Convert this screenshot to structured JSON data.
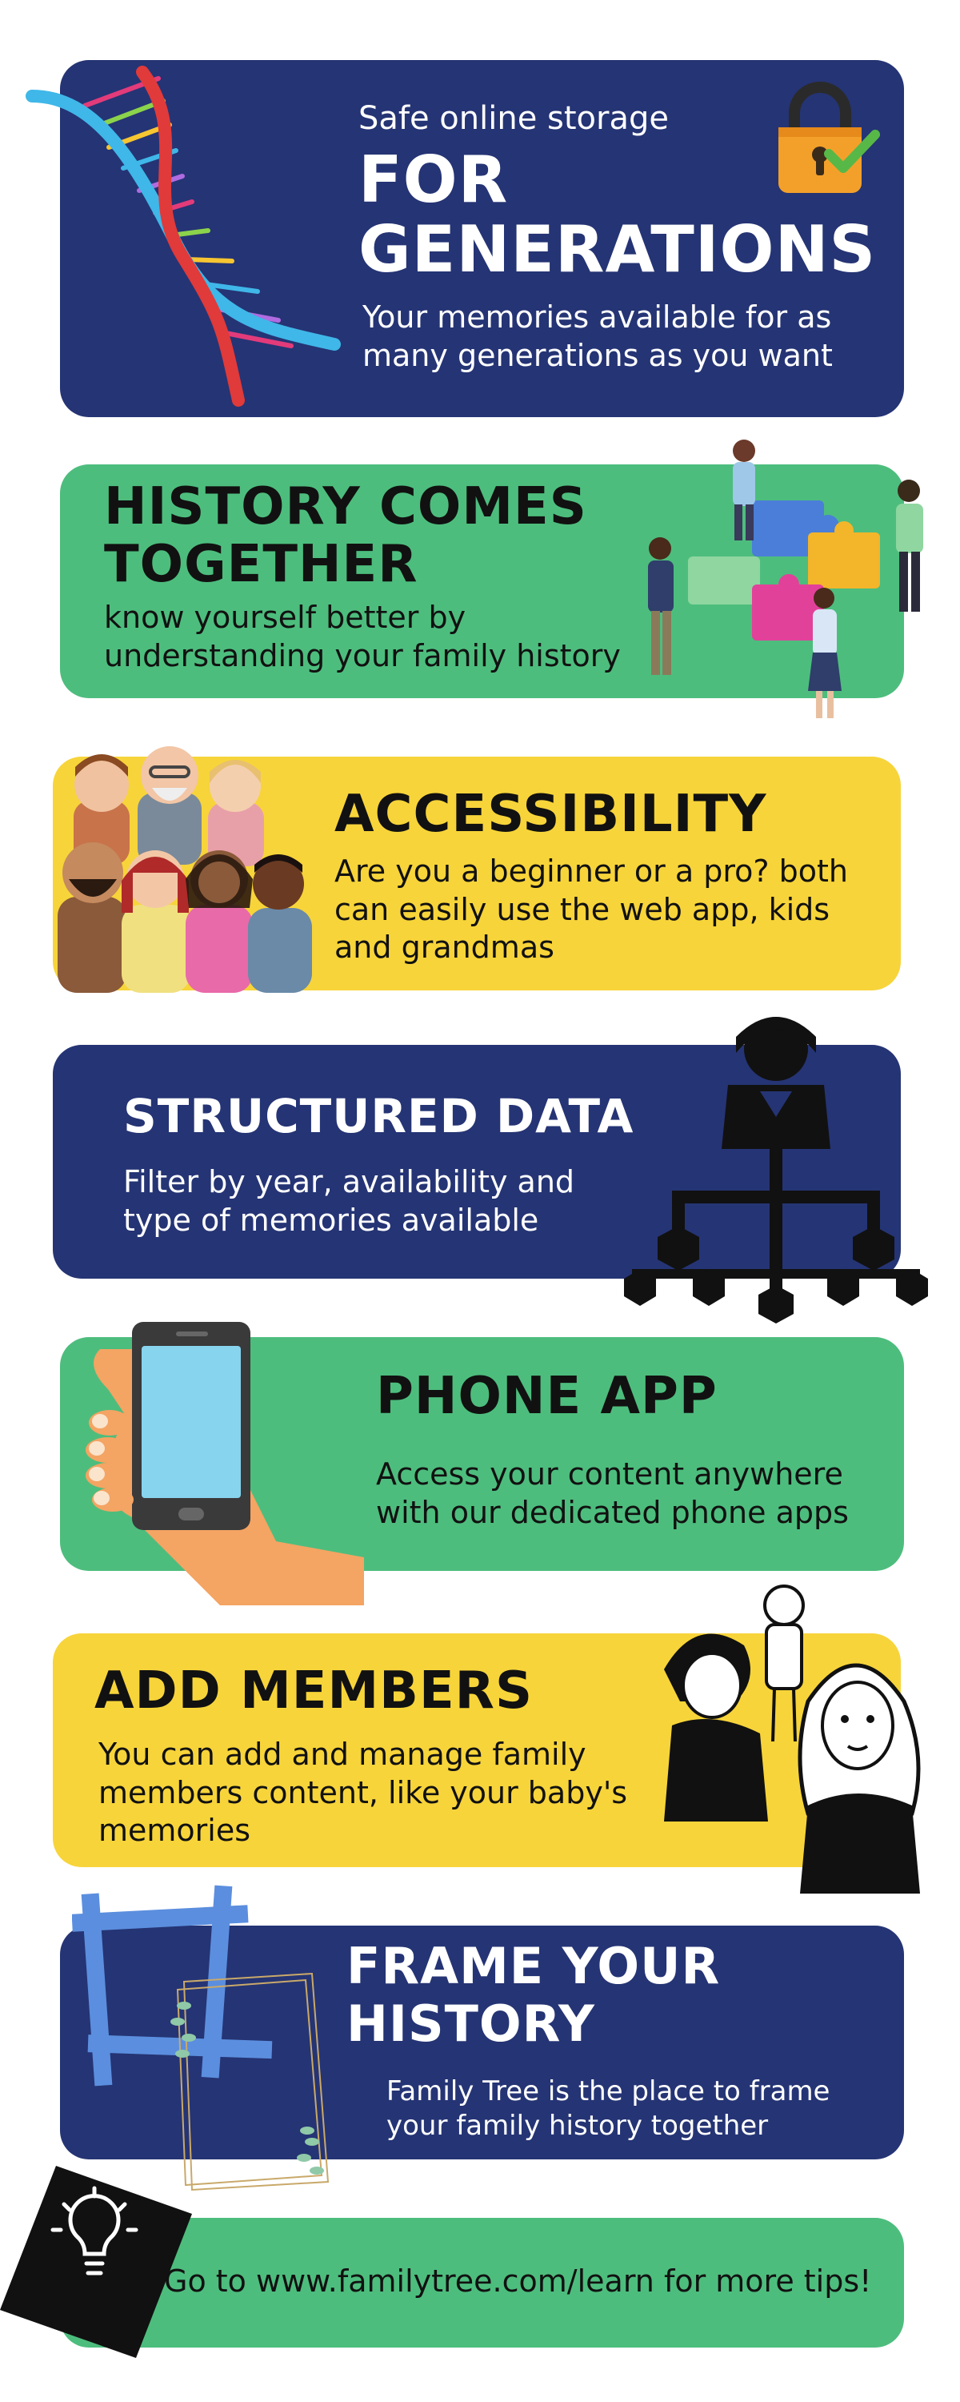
{
  "hero": {
    "kicker": "Safe online storage",
    "title_line1": "FOR",
    "title_line2": "GENERATIONS",
    "subtitle": "Your memories available for as many generations as you want",
    "icons": [
      "dna-icon",
      "padlock-icon",
      "check-icon"
    ]
  },
  "history": {
    "title": "HISTORY COMES TOGETHER",
    "text": "know yourself better by understanding your family history",
    "illustration": "people-assembling-puzzle"
  },
  "accessibility": {
    "title": "ACCESSIBILITY",
    "text": "Are you a beginner or a pro? both can easily use the web app, kids and grandmas",
    "illustration": "diverse-group-of-people"
  },
  "structured": {
    "title": "STRUCTURED DATA",
    "text": "Filter by year, availability and type of memories available",
    "illustration": "org-chart-icon"
  },
  "phone": {
    "title": "PHONE APP",
    "text": "Access your content anywhere with our dedicated phone apps",
    "illustration": "hand-holding-phone"
  },
  "members": {
    "title": "ADD MEMBERS",
    "text": "You can add and manage family members content, like your baby's memories",
    "illustration": "family-members-sketch"
  },
  "frame": {
    "title_line1": "FRAME YOUR",
    "title_line2": "HISTORY",
    "text": "Family Tree is the place to frame your family history together",
    "illustration": "photo-frames"
  },
  "footer": {
    "text": "Go to www.familytree.com/learn for more tips!",
    "icon": "lightbulb-icon"
  },
  "colors": {
    "navy": "#253474",
    "green": "#4dbd7d",
    "yellow": "#f7d43a",
    "white": "#ffffff",
    "black": "#111111"
  }
}
